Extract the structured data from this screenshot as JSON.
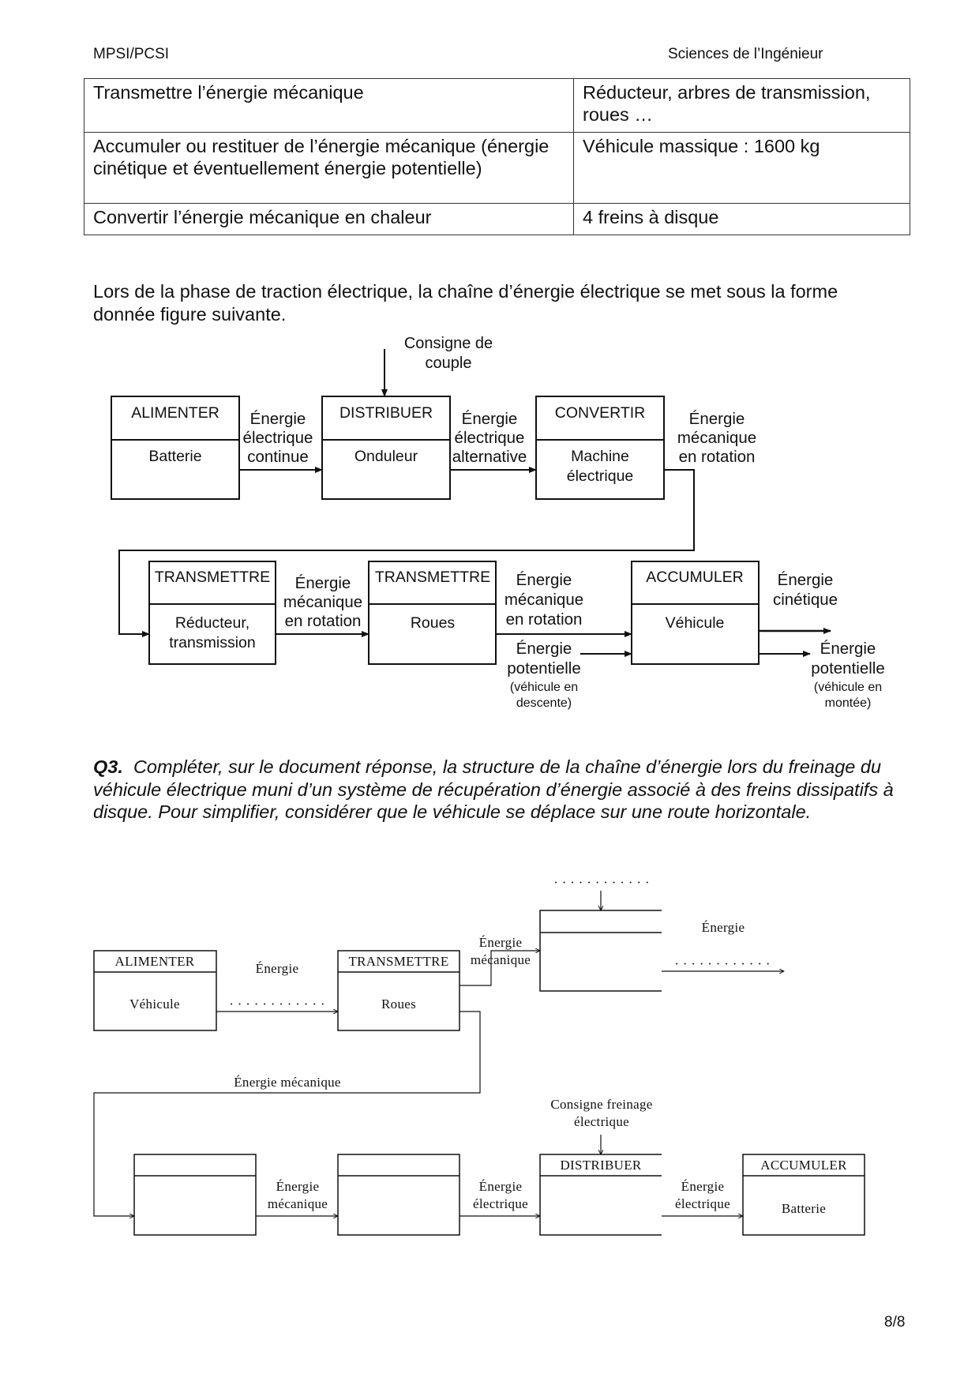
{
  "header": {
    "left": "MPSI/PCSI",
    "right": "Sciences de l’Ingénieur"
  },
  "table": {
    "rows": [
      {
        "function": "Transmettre l’énergie mécanique",
        "solution": "Réducteur, arbres de transmission, roues …"
      },
      {
        "function": "Accumuler ou restituer de l’énergie mécanique (énergie cinétique et éventuellement énergie potentielle)",
        "solution": "Véhicule massique : 1600 kg"
      },
      {
        "function": "Convertir l’énergie mécanique en chaleur",
        "solution": "4 freins à disque"
      }
    ]
  },
  "paragraph": "Lors de la phase de traction électrique, la chaîne d’énergie électrique se met sous la forme donnée figure suivante.",
  "diagram1": {
    "consigne": [
      "Consigne de",
      "couple"
    ],
    "blocks": {
      "alimenter": {
        "function": "ALIMENTER",
        "component": [
          "Batterie"
        ]
      },
      "distribuer": {
        "function": "DISTRIBUER",
        "component": [
          "Onduleur"
        ]
      },
      "convertir": {
        "function": "CONVERTIR",
        "component": [
          "Machine",
          "électrique"
        ]
      },
      "transmettre1": {
        "function": "TRANSMETTRE",
        "component": [
          "Réducteur,",
          "transmission"
        ]
      },
      "transmettre2": {
        "function": "TRANSMETTRE",
        "component": [
          "Roues"
        ]
      },
      "accumuler": {
        "function": "ACCUMULER",
        "component": [
          "Véhicule"
        ]
      }
    },
    "flows": {
      "f1": [
        "Énergie",
        "électrique",
        "continue"
      ],
      "f2": [
        "Énergie",
        "électrique",
        "alternative"
      ],
      "f3": [
        "Énergie",
        "mécanique",
        "en rotation"
      ],
      "f4": [
        "Énergie",
        "mécanique",
        "en rotation"
      ],
      "f5": [
        "Énergie",
        "mécanique",
        "en rotation"
      ],
      "f6": [
        "Énergie",
        "potentielle"
      ],
      "f6_note": [
        "(véhicule en",
        "descente)"
      ],
      "f7": [
        "Énergie",
        "cinétique"
      ],
      "f8": [
        "Énergie",
        "potentielle"
      ],
      "f8_note": [
        "(véhicule en",
        "montée)"
      ]
    }
  },
  "question": {
    "number": "Q3.",
    "text": "Compléter, sur le document réponse, la structure de la chaîne d’énergie lors du freinage du véhicule électrique muni d’un système de récupération d’énergie associé à des freins dissipatifs à disque. Pour simplifier, considérer que le véhicule se déplace sur une route horizontale."
  },
  "diagram2": {
    "blocks": {
      "alimenter": {
        "function": "ALIMENTER",
        "component": "Véhicule"
      },
      "transmettre": {
        "function": "TRANSMETTRE",
        "component": "Roues"
      },
      "distribuer": {
        "function": "DISTRIBUER",
        "component": ""
      },
      "accumuler": {
        "function": "ACCUMULER",
        "component": "Batterie"
      }
    },
    "labels": {
      "energie_top": "Énergie",
      "dots": "· · · · · · · · · · · ·",
      "energie_meca_top": [
        "Énergie",
        "mécanique"
      ],
      "energie_right": "Énergie",
      "energie_mecanique_loop": "Énergie mécanique",
      "consigne": [
        "Consigne freinage",
        "électrique"
      ],
      "energie_meca_bottom": [
        "Énergie",
        "mécanique"
      ],
      "energie_elec_1": [
        "Énergie",
        "électrique"
      ],
      "energie_elec_2": [
        "Énergie",
        "électrique"
      ]
    }
  },
  "page_number": "8/8"
}
